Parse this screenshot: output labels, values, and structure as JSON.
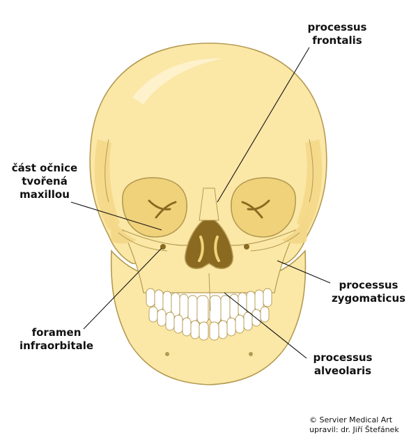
{
  "labels": {
    "processus_frontalis": [
      "processus",
      "frontalis"
    ],
    "cast_ocnice": [
      "část očnice",
      "tvořená",
      "maxillou"
    ],
    "processus_zygomaticus": [
      "processus",
      "zygomaticus"
    ],
    "foramen_infraorbitale": [
      "foramen",
      "infraorbitale"
    ],
    "processus_alveolaris": [
      "processus",
      "alveolaris"
    ]
  },
  "credit": {
    "line1": "© Servier Medical Art",
    "line2": "upravil: dr. Jiří Štefánek"
  },
  "colors": {
    "bone": "#fbe7a6",
    "bone_shade": "#f4d88a",
    "orbit": "#f0d27a",
    "outline": "#b39a52",
    "leader": "#111111"
  }
}
